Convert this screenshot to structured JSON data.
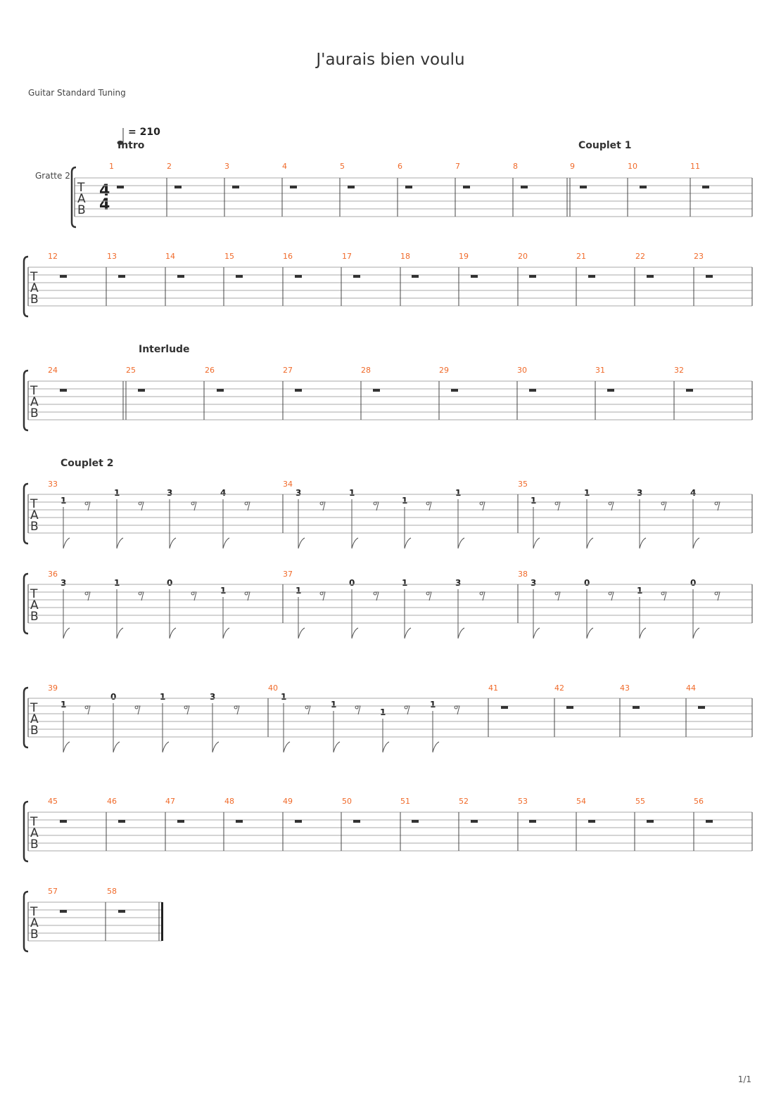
{
  "title": "J'aurais bien voulu",
  "tuning": "Guitar Standard Tuning",
  "track": "Gratte 2",
  "tempo": "= 210",
  "time_signature": {
    "top": "4",
    "bottom": "4"
  },
  "tab_letters": [
    "T",
    "A",
    "B"
  ],
  "page_number": "1/1",
  "sections": {
    "intro": "Intro",
    "couplet1": "Couplet 1",
    "interlude": "Interlude",
    "couplet2": "Couplet 2"
  },
  "measures": {
    "m1": "1",
    "m2": "2",
    "m3": "3",
    "m4": "4",
    "m5": "5",
    "m6": "6",
    "m7": "7",
    "m8": "8",
    "m9": "9",
    "m10": "10",
    "m11": "11",
    "m12": "12",
    "m13": "13",
    "m14": "14",
    "m15": "15",
    "m16": "16",
    "m17": "17",
    "m18": "18",
    "m19": "19",
    "m20": "20",
    "m21": "21",
    "m22": "22",
    "m23": "23",
    "m24": "24",
    "m25": "25",
    "m26": "26",
    "m27": "27",
    "m28": "28",
    "m29": "29",
    "m30": "30",
    "m31": "31",
    "m32": "32",
    "m33": "33",
    "m34": "34",
    "m35": "35",
    "m36": "36",
    "m37": "37",
    "m38": "38",
    "m39": "39",
    "m40": "40",
    "m41": "41",
    "m42": "42",
    "m43": "43",
    "m44": "44",
    "m45": "45",
    "m46": "46",
    "m47": "47",
    "m48": "48",
    "m49": "49",
    "m50": "50",
    "m51": "51",
    "m52": "52",
    "m53": "53",
    "m54": "54",
    "m55": "55",
    "m56": "56",
    "m57": "57",
    "m58": "58"
  },
  "notes": {
    "m33": [
      "1",
      "1",
      "3",
      "4"
    ],
    "m34": [
      "3",
      "1",
      "1",
      "1"
    ],
    "m35": [
      "1",
      "1",
      "3",
      "4"
    ],
    "m36": [
      "3",
      "1",
      "0",
      "1"
    ],
    "m37": [
      "1",
      "0",
      "1",
      "3"
    ],
    "m38": [
      "3",
      "0",
      "1",
      "0"
    ],
    "m39": [
      "1",
      "0",
      "1",
      "3"
    ],
    "m40": [
      "1",
      "1",
      "1",
      "1"
    ]
  }
}
